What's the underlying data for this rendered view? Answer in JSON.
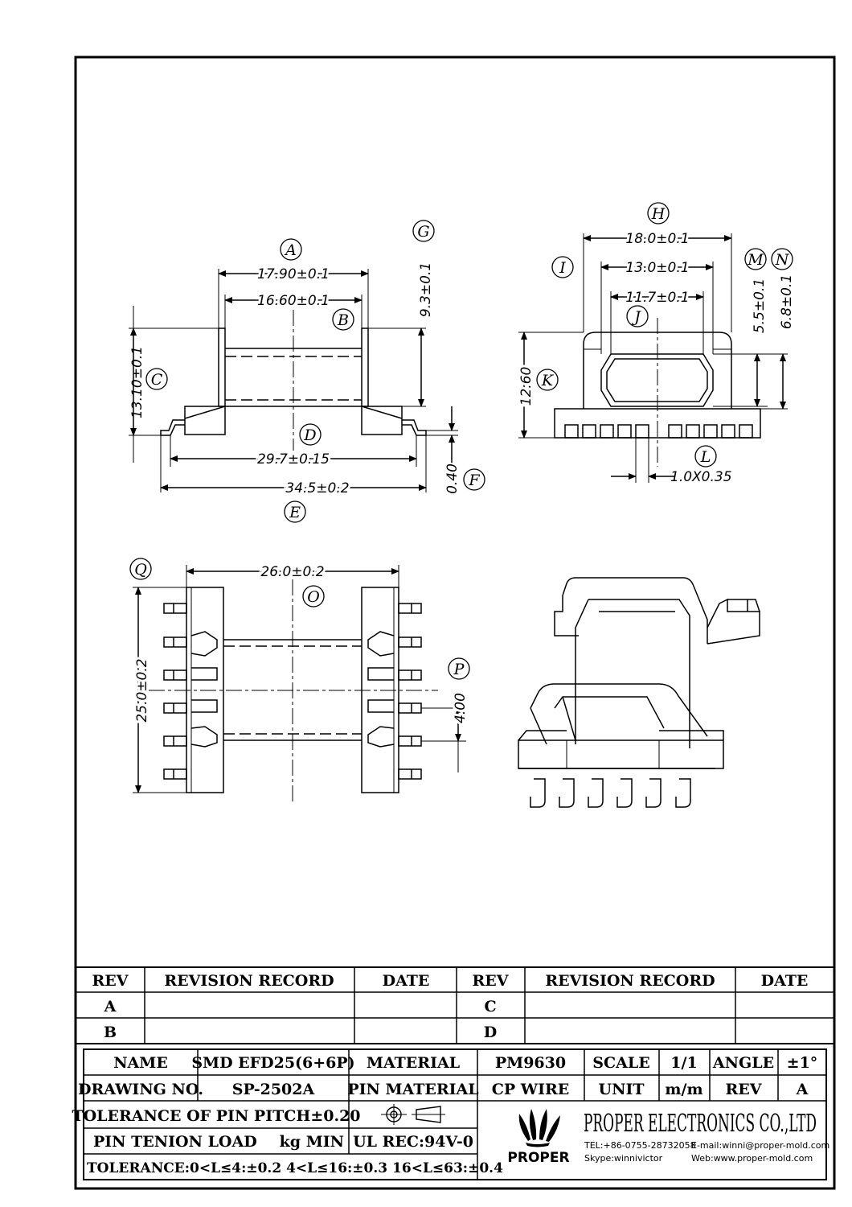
{
  "dims": {
    "A": "17.90±0.1",
    "B_inner": "16.60±0.1",
    "G": "9.3±0.1",
    "C": "13.10±0.1",
    "D": "29.7±0.15",
    "E": "34.5±0.2",
    "F": "0.40",
    "H": "18.0±0.1",
    "I_inner": "13.0±0.1",
    "J": "11.7±0.1",
    "M": "5.5±0.1",
    "N": "6.8±0.1",
    "K": "12.60",
    "L": "1.0X0.35",
    "O": "26.0±0.2",
    "Q": "25.0±0.2",
    "P": "4.00"
  },
  "letters": [
    "A",
    "B",
    "C",
    "D",
    "E",
    "F",
    "G",
    "H",
    "I",
    "J",
    "K",
    "L",
    "M",
    "N",
    "O",
    "P",
    "Q"
  ],
  "revision": {
    "headers": [
      "REV",
      "REVISION RECORD",
      "DATE",
      "REV",
      "REVISION RECORD",
      "DATE"
    ],
    "rows": [
      [
        "A",
        "",
        "",
        "C",
        "",
        ""
      ],
      [
        "B",
        "",
        "",
        "D",
        "",
        ""
      ]
    ]
  },
  "title_block": {
    "name_label": "NAME",
    "name_value": "SMD EFD25(6+6P)",
    "material_label": "MATERIAL",
    "material_value": "PM9630",
    "scale_label": "SCALE",
    "scale_value": "1/1",
    "angle_label": "ANGLE",
    "angle_value": "±1°",
    "drawing_no_label": "DRAWING NO.",
    "drawing_no_value": "SP-2502A",
    "pin_material_label": "PIN MATERIAL",
    "pin_material_value": "CP WIRE",
    "unit_label": "UNIT",
    "unit_value": "m/m",
    "rev_label": "REV",
    "rev_value": "A",
    "tol_pitch": "TOLERANCE OF PIN PITCH±0.20",
    "pin_load": "PIN TENION LOAD",
    "pin_load_unit": "kg MIN",
    "ul": "UL REC:94V-0",
    "tolerance": "TOLERANCE:0<L≤4:±0.2  4<L≤16:±0.3  16<L≤63:±0.4"
  },
  "company": {
    "name": "PROPER ELECTRONICS CO.,LTD",
    "logo_text": "PROPER",
    "tel": "TEL:+86-0755-28732058",
    "email": "E-mail:winni@proper-mold.com",
    "skype": "Skype:winnivictor",
    "web": "Web:www.proper-mold.com"
  }
}
